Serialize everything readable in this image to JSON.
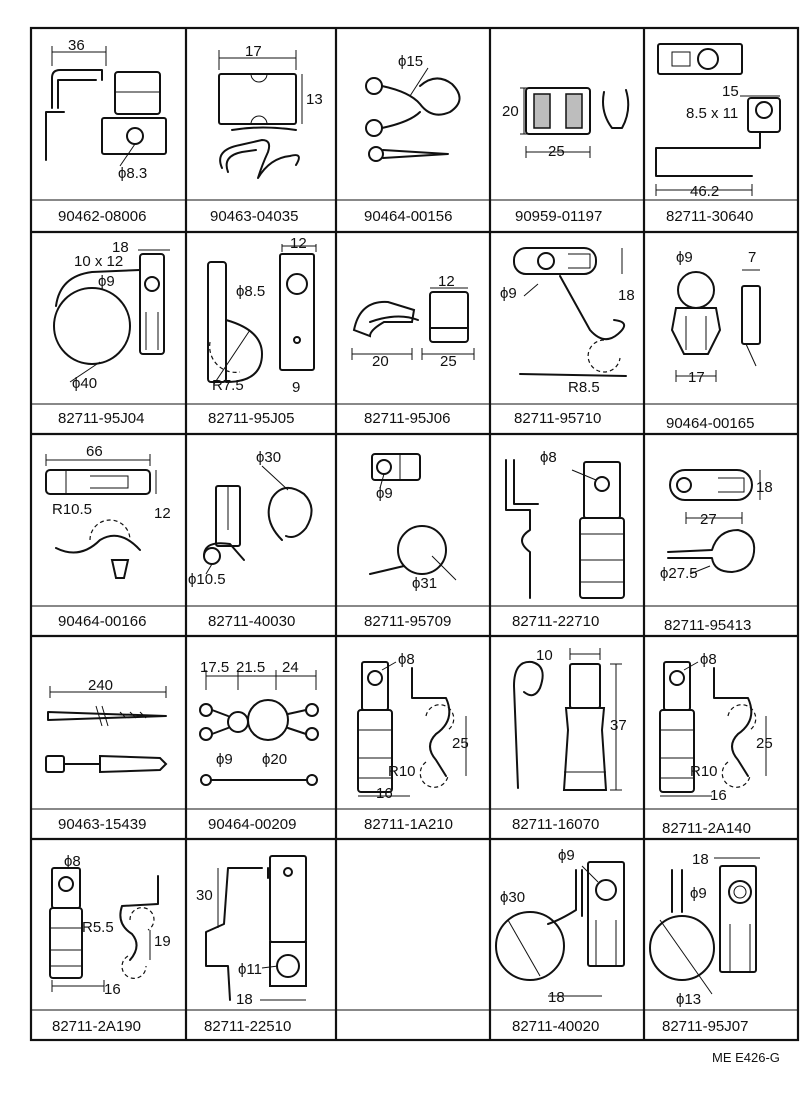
{
  "cells": [
    {
      "part": "90462-08006",
      "dims": [
        "36",
        "ϕ8.3"
      ]
    },
    {
      "part": "90463-04035",
      "dims": [
        "17",
        "13"
      ]
    },
    {
      "part": "90464-00156",
      "dims": [
        "ϕ15"
      ]
    },
    {
      "part": "90959-01197",
      "dims": [
        "20",
        "25"
      ]
    },
    {
      "part": "82711-30640",
      "dims": [
        "15",
        "8.5 x 11",
        "46.2"
      ]
    },
    {
      "part": "82711-95J04",
      "dims": [
        "18",
        "10 x 12",
        "ϕ9",
        "ϕ40"
      ]
    },
    {
      "part": "82711-95J05",
      "dims": [
        "12",
        "ϕ8.5",
        "R7.5",
        "9"
      ]
    },
    {
      "part": "82711-95J06",
      "dims": [
        "12",
        "20",
        "25"
      ]
    },
    {
      "part": "82711-95710",
      "dims": [
        "ϕ9",
        "18",
        "R8.5"
      ]
    },
    {
      "part": "90464-00165",
      "dims": [
        "ϕ9",
        "7",
        "17"
      ]
    },
    {
      "part": "90464-00166",
      "dims": [
        "66",
        "R10.5",
        "12"
      ]
    },
    {
      "part": "82711-40030",
      "dims": [
        "ϕ30",
        "ϕ10.5"
      ]
    },
    {
      "part": "82711-95709",
      "dims": [
        "ϕ9",
        "ϕ31"
      ]
    },
    {
      "part": "82711-22710",
      "dims": [
        "ϕ8"
      ]
    },
    {
      "part": "82711-95413",
      "dims": [
        "18",
        "27",
        "ϕ27.5"
      ]
    },
    {
      "part": "90463-15439",
      "dims": [
        "240"
      ]
    },
    {
      "part": "90464-00209",
      "dims": [
        "17.5",
        "21.5",
        "24",
        "ϕ9",
        "ϕ20"
      ]
    },
    {
      "part": "82711-1A210",
      "dims": [
        "ϕ8",
        "25",
        "R10",
        "16"
      ]
    },
    {
      "part": "82711-16070",
      "dims": [
        "10",
        "37"
      ]
    },
    {
      "part": "82711-2A140",
      "dims": [
        "ϕ8",
        "25",
        "R10",
        "16"
      ]
    },
    {
      "part": "82711-2A190",
      "dims": [
        "ϕ8",
        "R5.5",
        "19",
        "16"
      ]
    },
    {
      "part": "82711-22510",
      "dims": [
        "30",
        "ϕ11",
        "18"
      ]
    },
    {
      "part": "",
      "dims": []
    },
    {
      "part": "82711-40020",
      "dims": [
        "ϕ9",
        "ϕ30",
        "18"
      ]
    },
    {
      "part": "82711-95J07",
      "dims": [
        "18",
        "ϕ9",
        "ϕ13"
      ]
    }
  ],
  "footer": {
    "code": "ME  E426-G"
  }
}
